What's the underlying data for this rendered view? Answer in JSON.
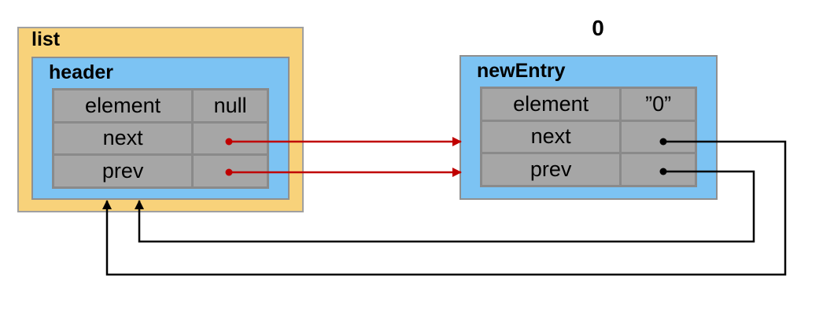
{
  "top_label": "0",
  "list": {
    "label": "list",
    "header": {
      "label": "header",
      "fields": [
        {
          "name": "element",
          "value": "null"
        },
        {
          "name": "next",
          "value": ""
        },
        {
          "name": "prev",
          "value": ""
        }
      ]
    }
  },
  "new_entry": {
    "label": "newEntry",
    "fields": [
      {
        "name": "element",
        "value": "”0”"
      },
      {
        "name": "next",
        "value": ""
      },
      {
        "name": "prev",
        "value": ""
      }
    ]
  },
  "colors": {
    "list_box": "#f8d27a",
    "entry_box": "#7cc3f3",
    "cell": "#a6a6a6",
    "arrow_red": "#c00000",
    "arrow_black": "#000000"
  }
}
